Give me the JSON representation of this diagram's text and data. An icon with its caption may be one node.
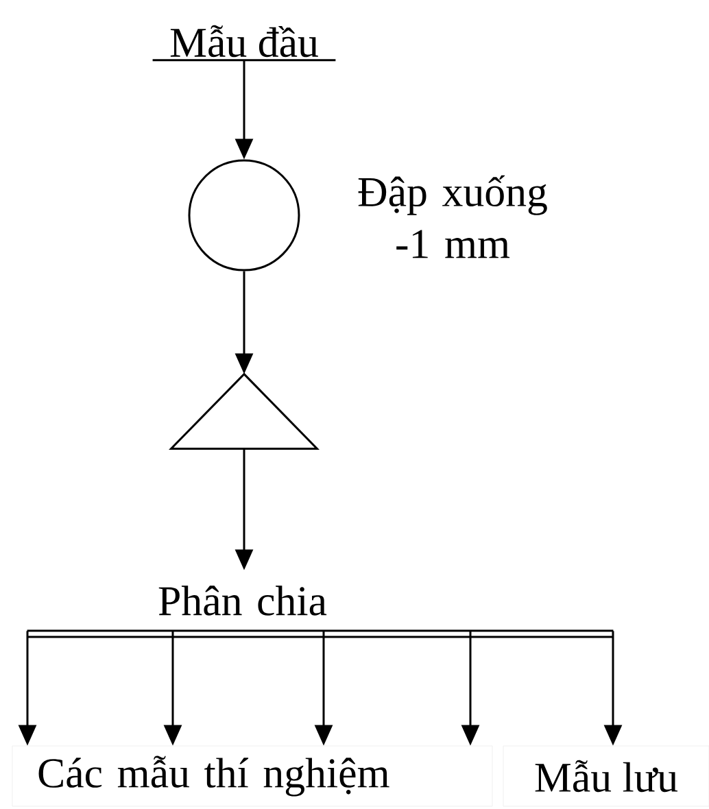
{
  "diagram": {
    "nodes": [
      {
        "text": [
          "Mẫu đầu"
        ]
      },
      {
        "text": [],
        "shape": "circle",
        "beside": [
          "Đập xuống -1 mm"
        ]
      },
      {
        "text": [],
        "shape": "triangle"
      },
      {
        "text": [
          "Phân chia"
        ]
      },
      {
        "text": [
          "Các mẫu thí nghiệm"
        ]
      },
      {
        "text": [
          "Mẫu lưu"
        ]
      }
    ],
    "edges": [
      {
        "from": 0,
        "to": 1,
        "arrow": "to"
      },
      {
        "from": 1,
        "to": 2,
        "arrow": "to"
      },
      {
        "from": 2,
        "to": 3,
        "arrow": "to"
      },
      {
        "from": 3,
        "to": 4,
        "arrow": "to"
      },
      {
        "from": 3,
        "to": 4,
        "arrow": "to"
      },
      {
        "from": 3,
        "to": 4,
        "arrow": "to"
      },
      {
        "from": 3,
        "to": 4,
        "arrow": "to"
      },
      {
        "from": 3,
        "to": 5,
        "arrow": "to"
      }
    ]
  }
}
